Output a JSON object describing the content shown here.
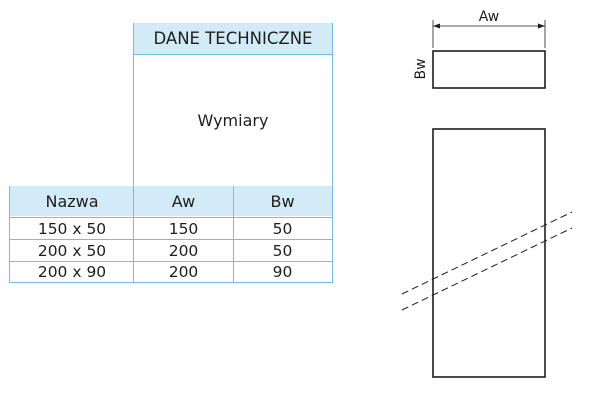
{
  "table": {
    "group_title": "DANE TECHNICZNE",
    "subgroup_title": "Wymiary",
    "columns": [
      "Nazwa",
      "Aw",
      "Bw"
    ],
    "rows": [
      [
        "150 x 50",
        "150",
        "50"
      ],
      [
        "200 x 50",
        "200",
        "50"
      ],
      [
        "200 x 90",
        "200",
        "90"
      ]
    ]
  },
  "drawing": {
    "label_width": "Aw",
    "label_height": "Bw"
  },
  "colors": {
    "header_fill": "#d2ebf7",
    "grid_line": "#6ec1e4",
    "ink": "#1e1e1e"
  }
}
